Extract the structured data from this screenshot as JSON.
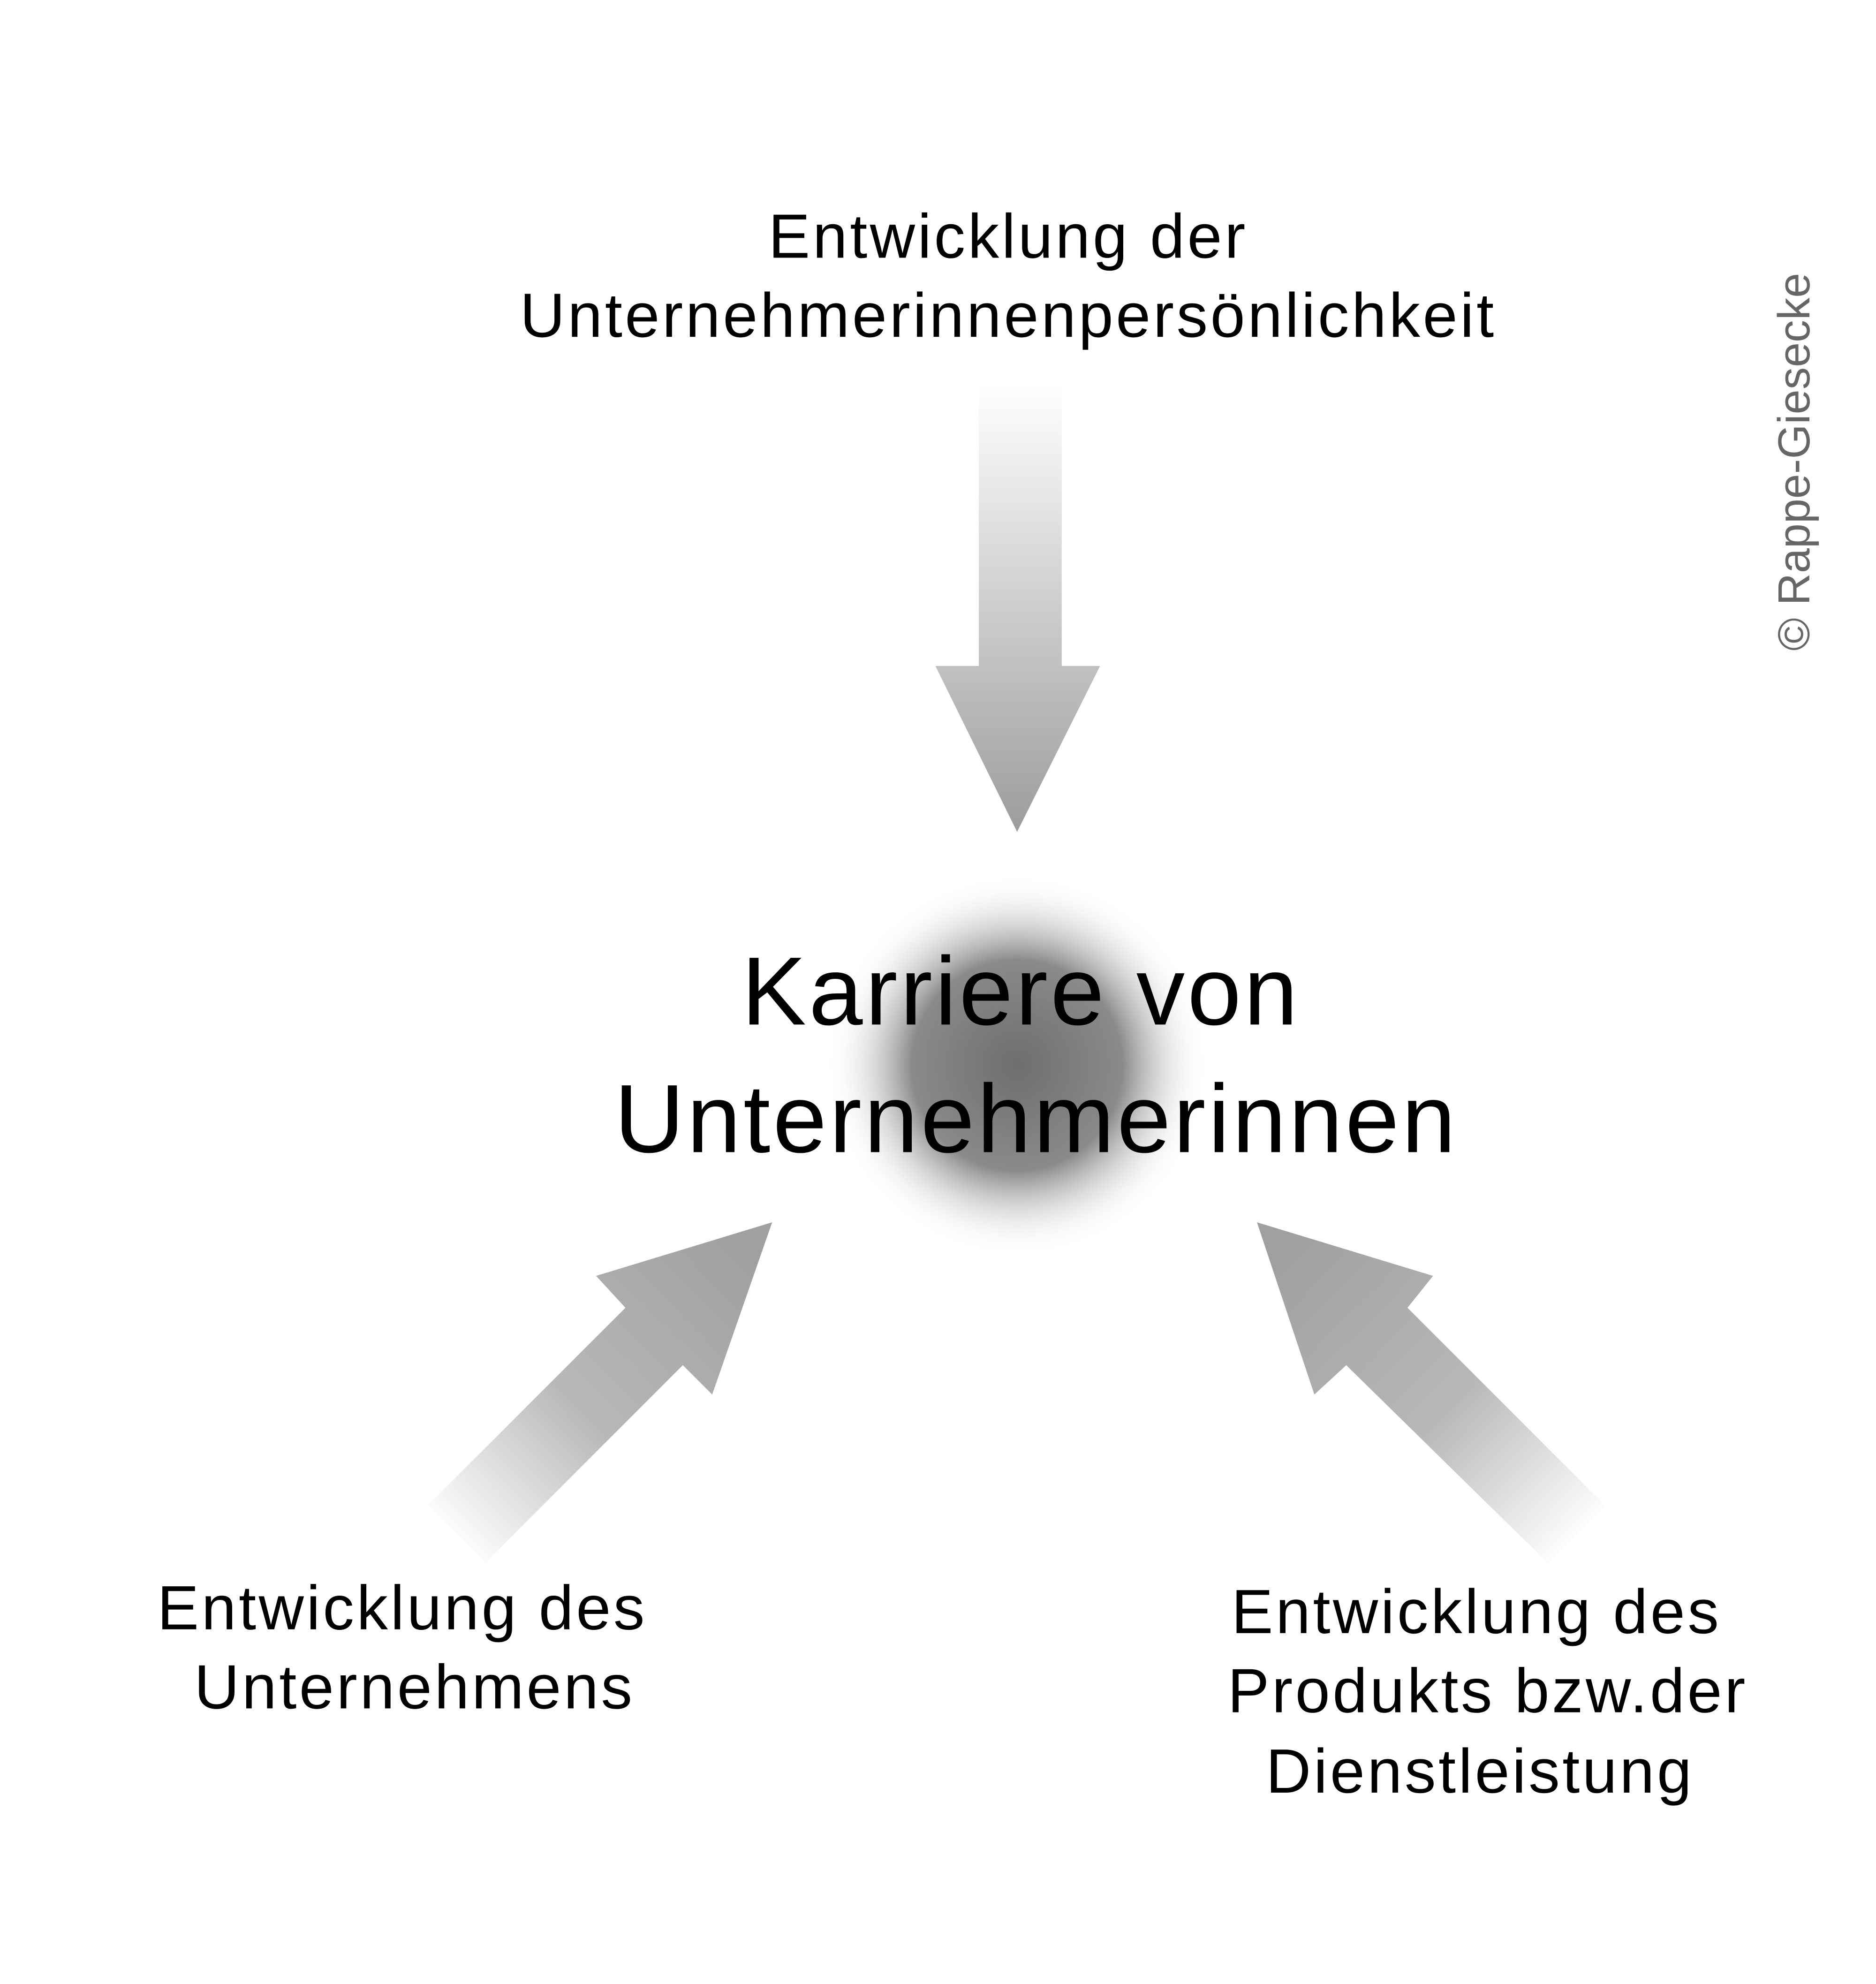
{
  "center": {
    "line1": "Karriere von",
    "line2": "Unternehmerinnen"
  },
  "top": {
    "line1": "Entwicklung der",
    "line2": "Unternehmerinnenpersönlichkeit"
  },
  "bottom_left": {
    "line1": "Entwicklung des",
    "line2": "Unternehmens"
  },
  "bottom_right": {
    "line1": "Entwicklung des",
    "line2": "Produkts bzw.der",
    "line3": "Dienstleistung"
  },
  "copyright": "© Rappe-Giesecke",
  "colors": {
    "arrow_dark": "#a0a0a0",
    "arrow_light": "#ffffff",
    "glow": "#6e6e6e",
    "text": "#000000",
    "copyright": "#666666"
  }
}
